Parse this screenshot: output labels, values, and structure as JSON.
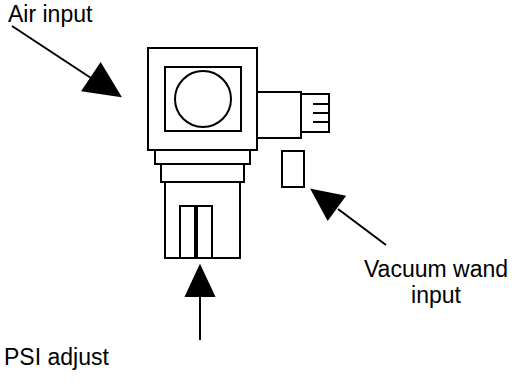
{
  "diagram": {
    "labels": [
      "Air input",
      "Vacuum wand input",
      "PSI adjust"
    ]
  }
}
